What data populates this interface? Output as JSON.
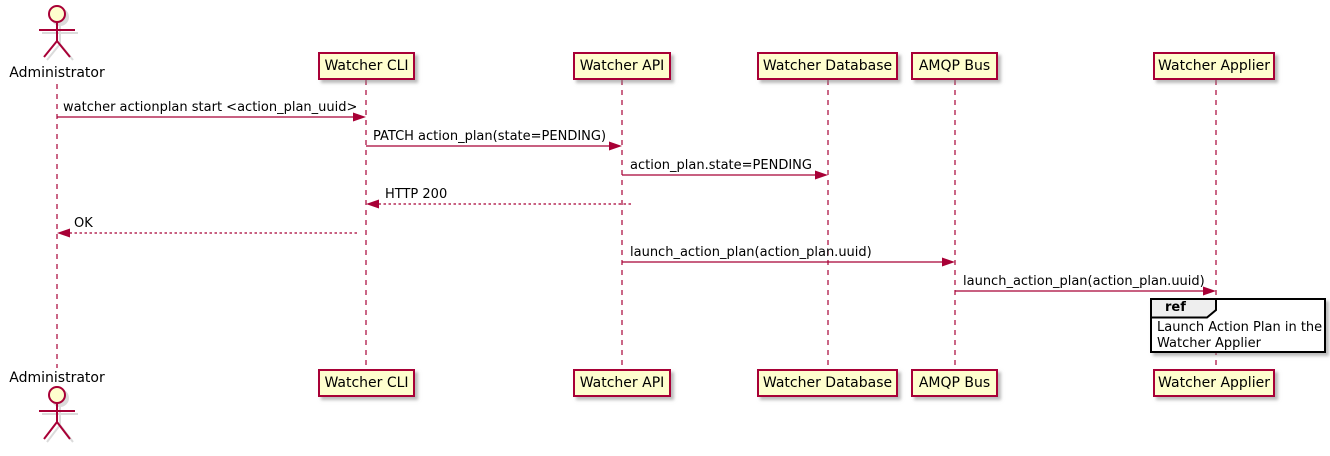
{
  "diagram": {
    "type": "sequence",
    "actor": {
      "name": "Administrator"
    },
    "participants": [
      {
        "label": "Watcher CLI"
      },
      {
        "label": "Watcher API"
      },
      {
        "label": "Watcher Database"
      },
      {
        "label": "AMQP Bus"
      },
      {
        "label": "Watcher Applier"
      }
    ],
    "messages": [
      {
        "from": "Administrator",
        "to": "Watcher CLI",
        "text": "watcher actionplan start <action_plan_uuid>",
        "line": "solid",
        "direction": "right"
      },
      {
        "from": "Watcher CLI",
        "to": "Watcher API",
        "text": "PATCH action_plan(state=PENDING)",
        "line": "solid",
        "direction": "right"
      },
      {
        "from": "Watcher API",
        "to": "Watcher Database",
        "text": "action_plan.state=PENDING",
        "line": "solid",
        "direction": "right"
      },
      {
        "from": "Watcher API",
        "to": "Watcher CLI",
        "text": "HTTP 200",
        "line": "dotted",
        "direction": "left"
      },
      {
        "from": "Watcher CLI",
        "to": "Administrator",
        "text": "OK",
        "line": "dotted",
        "direction": "left"
      },
      {
        "from": "Watcher API",
        "to": "AMQP Bus",
        "text": "launch_action_plan(action_plan.uuid)",
        "line": "solid",
        "direction": "right"
      },
      {
        "from": "AMQP Bus",
        "to": "Watcher Applier",
        "text": "launch_action_plan(action_plan.uuid)",
        "line": "solid",
        "direction": "right"
      }
    ],
    "ref_fragment": {
      "keyword": "ref",
      "over": "Watcher Applier",
      "lines": [
        "Launch Action Plan in the",
        "Watcher Applier"
      ]
    },
    "colors": {
      "participant_fill": "#FEFECE",
      "stroke": "#A80036",
      "text": "#000000",
      "ref_tab_fill": "#EEEEEE",
      "ref_border": "#000000",
      "background": "#FFFFFF"
    }
  }
}
